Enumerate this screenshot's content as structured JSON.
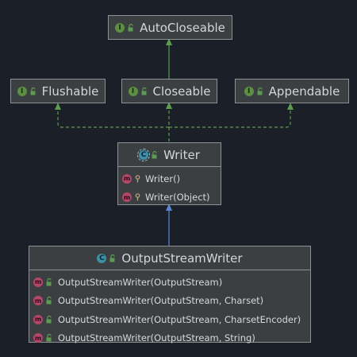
{
  "colors": {
    "background": "#1b1f27",
    "node_fill": "#3b3f42",
    "node_border": "#8d9194",
    "interface_badge": "#5d8f43",
    "class_badge": "#3d8fa8",
    "method_badge": "#b2476a",
    "implements_edge": "#5d9b50",
    "extends_edge": "#5a86d6"
  },
  "nodes": {
    "autocloseable": {
      "badge": "I",
      "title": "AutoCloseable",
      "icon": "interface-icon"
    },
    "flushable": {
      "badge": "I",
      "title": "Flushable",
      "icon": "interface-icon"
    },
    "closeable": {
      "badge": "I",
      "title": "Closeable",
      "icon": "interface-icon"
    },
    "appendable": {
      "badge": "I",
      "title": "Appendable",
      "icon": "interface-icon"
    },
    "writer": {
      "badge": "C",
      "title": "Writer",
      "icon": "abstract-class-icon",
      "members": [
        {
          "badge": "m",
          "label": "Writer()",
          "icon": "method-icon"
        },
        {
          "badge": "m",
          "label": "Writer(Object)",
          "icon": "method-icon"
        }
      ]
    },
    "outputstreamwriter": {
      "badge": "C",
      "title": "OutputStreamWriter",
      "icon": "class-icon",
      "members": [
        {
          "badge": "m",
          "label": "OutputStreamWriter(OutputStream)",
          "icon": "method-icon"
        },
        {
          "badge": "m",
          "label": "OutputStreamWriter(OutputStream, Charset)",
          "icon": "method-icon"
        },
        {
          "badge": "m",
          "label": "OutputStreamWriter(OutputStream, CharsetEncoder)",
          "icon": "method-icon"
        },
        {
          "badge": "m",
          "label": "OutputStreamWriter(OutputStream, String)",
          "icon": "method-icon"
        }
      ]
    }
  }
}
